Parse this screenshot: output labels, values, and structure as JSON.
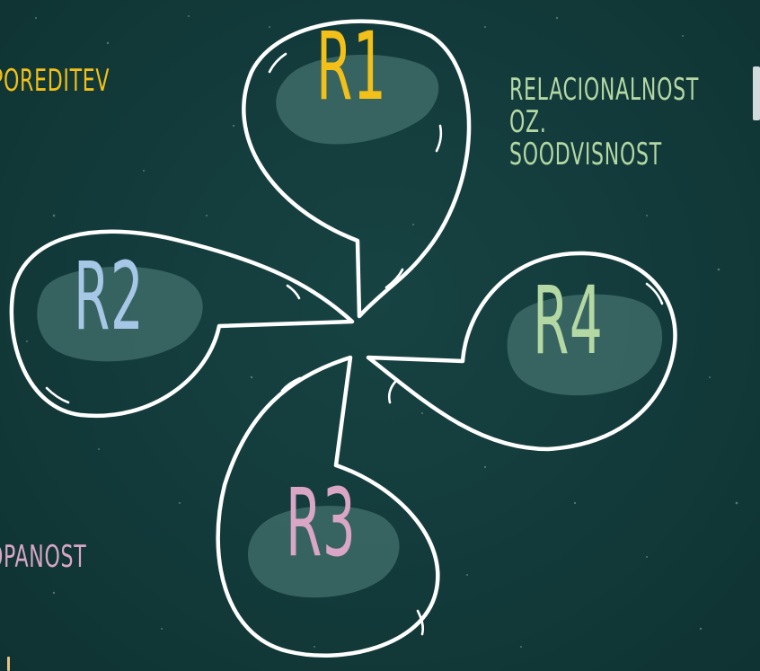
{
  "diagram": {
    "center_nodes": [
      {
        "id": "r1",
        "label": "R1",
        "color": "#f2c018"
      },
      {
        "id": "r2",
        "label": "R2",
        "color": "#a7c7e7"
      },
      {
        "id": "r3",
        "label": "R3",
        "color": "#d9a6c6"
      },
      {
        "id": "r4",
        "label": "R4",
        "color": "#b4d8a4"
      }
    ],
    "side_labels": {
      "r1": {
        "lines": [
          "POREDITEV"
        ],
        "color": "#f2c018"
      },
      "r3": {
        "lines": [
          "OPANOST"
        ],
        "color": "#d9a6c6"
      },
      "r4": {
        "lines": [
          "RELACIONALNOST",
          "OZ.",
          "SOODVISNOST"
        ],
        "color": "#b4d8a4"
      }
    },
    "colors": {
      "background": "#133a3a",
      "outline": "#ffffff",
      "scribble_fill": "#3d6b66"
    }
  }
}
